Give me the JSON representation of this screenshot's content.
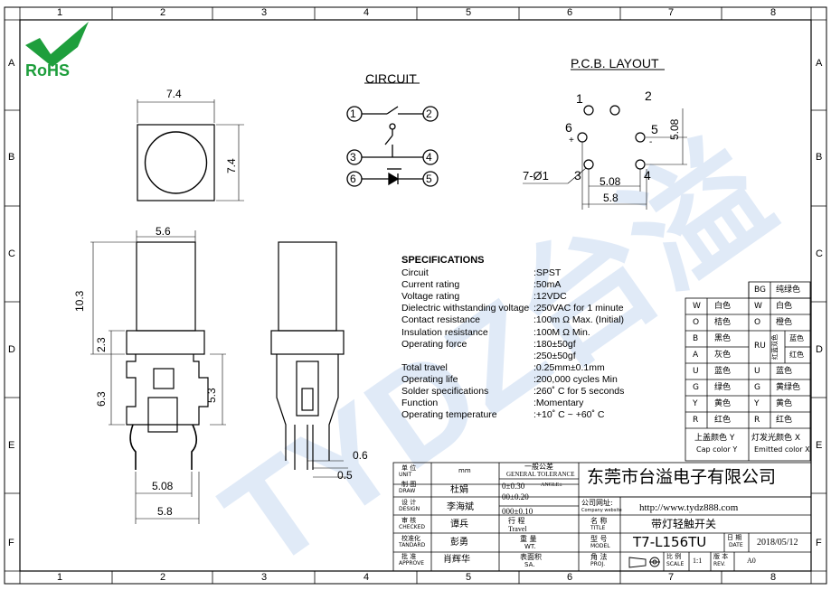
{
  "frame": {
    "col_numbers": [
      "1",
      "2",
      "3",
      "4",
      "5",
      "6",
      "7",
      "8"
    ],
    "row_letters": [
      "A",
      "B",
      "C",
      "D",
      "E",
      "F"
    ]
  },
  "logo": {
    "text": "RoHS"
  },
  "watermark": {
    "text": "TYDZ台溢"
  },
  "circuit": {
    "title": "CIRCUIT",
    "pins": [
      "1",
      "2",
      "3",
      "4",
      "6",
      "5"
    ]
  },
  "pcb": {
    "title": "P.C.B. LAYOUT",
    "pin_labels": [
      "1",
      "2",
      "6",
      "5",
      "3",
      "4"
    ],
    "plus": "+",
    "minus": "-",
    "hole_label": "7-Ø1",
    "dim_pitch": "5.08",
    "dim_width": "5.8",
    "dim_vertical": "5.08"
  },
  "top_view": {
    "dim_width": "7.4",
    "dim_height": "7.4"
  },
  "front_view": {
    "dim_top": "5.6",
    "dim_total": "10.3",
    "dim_flange": "2.3",
    "dim_body": "6.3",
    "dim_inner": "5.3",
    "dim_pin_pitch": "5.08",
    "dim_base": "5.8"
  },
  "side_view": {
    "dim_pin_thickness": "0.6",
    "dim_pin_width": "0.5"
  },
  "specifications": {
    "title": "SPECIFICATIONS",
    "rows": [
      {
        "label": "Circuit",
        "value": ":SPST"
      },
      {
        "label": "Current rating",
        "value": ":50mA"
      },
      {
        "label": "Voltage rating",
        "value": ":12VDC"
      },
      {
        "label": "Dielectric withstanding voltage",
        "value": ":250VAC for 1 minute"
      },
      {
        "label": "Contact resistance",
        "value": ":100m Ω   Max. (Initial)"
      },
      {
        "label": "Insulation resistance",
        "value": ":100M Ω   Min."
      },
      {
        "label": "Operating force",
        "value": ":180±50gf"
      },
      {
        "label": "",
        "value": ":250±50gf"
      },
      {
        "label": "Total travel",
        "value": ":0.25mm±0.1mm"
      },
      {
        "label": "Operating life",
        "value": ":200,000 cycles Min"
      },
      {
        "label": "Solder specifications",
        "value": ":260˚ C for 5 seconds"
      },
      {
        "label": "Function",
        "value": ":Momentary"
      },
      {
        "label": "Operating temperature",
        "value": ":+10˚ C ~ +60˚ C"
      }
    ]
  },
  "color_table": {
    "header_code": "BG",
    "header_name": "纯绿色",
    "left": [
      {
        "code": "W",
        "name": "白色"
      },
      {
        "code": "O",
        "name": "桔色"
      },
      {
        "code": "B",
        "name": "黑色"
      },
      {
        "code": "A",
        "name": "灰色"
      },
      {
        "code": "U",
        "name": "蓝色"
      },
      {
        "code": "G",
        "name": "绿色"
      },
      {
        "code": "Y",
        "name": "黄色"
      },
      {
        "code": "R",
        "name": "红色"
      }
    ],
    "right": [
      {
        "code": "W",
        "name": "白色"
      },
      {
        "code": "O",
        "name": "橙色"
      },
      {
        "code": "RU",
        "name": "红蓝双色"
      },
      {
        "code": "U",
        "name": "蓝色"
      },
      {
        "code": "G",
        "name": "黄绿色"
      },
      {
        "code": "Y",
        "name": "黄色"
      },
      {
        "code": "R",
        "name": "红色"
      }
    ],
    "ru_sub": [
      "蓝色",
      "红色"
    ],
    "footer_left_cn": "上盖颜色 Y",
    "footer_left_en": "Cap color Y",
    "footer_right_cn": "灯发光颜色 X",
    "footer_right_en": "Emitted color X"
  },
  "title_block": {
    "company": "东莞市台溢电子有限公司",
    "unit_cn": "单 位",
    "unit_en": "UNIT",
    "unit_value": "mm",
    "draw_cn": "制 图",
    "draw_en": "DRAW",
    "draw_name": "杜娟",
    "design_cn": "设 计",
    "design_en": "DESIGN",
    "design_name": "李海斌",
    "checked_cn": "审 核",
    "checked_en": "CHECKED",
    "checked_name": "谭兵",
    "standard_cn": "校准化",
    "standard_en": "TANDARD",
    "standard_name": "彭勇",
    "approve_cn": "批 准",
    "approve_en": "APPROVE",
    "approve_name": "肖辉华",
    "tol_cn": "一般公差",
    "tol_en": "GENERAL TOLERANCE",
    "tol_rows": [
      "0±0.30",
      "00±0.20",
      "000±0.10"
    ],
    "angle": "ANGLE±",
    "travel_cn": "行 程",
    "travel_en": "Travel",
    "wt_cn": "重 量",
    "wt_en": "WT.",
    "sa_cn": "表面积",
    "sa_en": "SA.",
    "website_label_cn": "公司网址:",
    "website_label_en": "Company website",
    "website": "http://www.tydz888.com",
    "title_cn": "名 称",
    "title_en": "TITLE",
    "title_value": "带灯轻触开关",
    "model_cn": "型 号",
    "model_en": "MODEL",
    "model_value": "T7-L156TU",
    "date_cn": "日 期",
    "date_en": "DATE",
    "date_value": "2018/05/12",
    "proj_cn": "角 法",
    "proj_en": "PROJ.",
    "scale_cn": "比 例",
    "scale_en": "SCALE",
    "scale_value": "1:1",
    "rev_cn": "版 本",
    "rev_en": "REV.",
    "rev_value": "A0"
  }
}
